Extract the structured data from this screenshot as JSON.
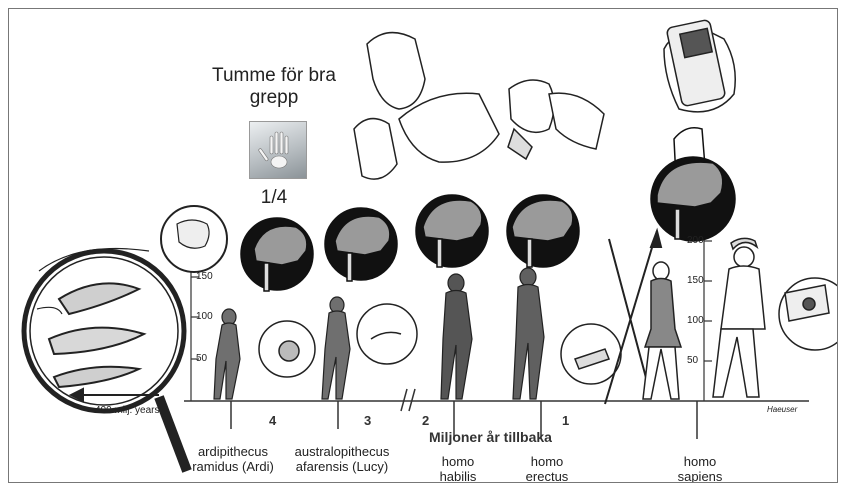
{
  "thumb": {
    "caption": "Tumme för bra grepp",
    "fraction": "1/4"
  },
  "fossil_scale": "400 milj. years",
  "axis": {
    "title": "Miljoner år tillbaka",
    "ticks": [
      "4",
      "3",
      "2",
      "1"
    ]
  },
  "height_scale_left": [
    "150",
    "100",
    "50"
  ],
  "height_scale_right": [
    "200",
    "150",
    "100",
    "50"
  ],
  "species": [
    {
      "name": "ardipithecus ramidus (Ardi)"
    },
    {
      "name": "australopithecus afarensis (Lucy)"
    },
    {
      "name": "homo habilis"
    },
    {
      "name": "homo erectus"
    },
    {
      "name": "homo sapiens"
    }
  ],
  "artist_signature": "Haeuser",
  "colors": {
    "ink": "#1a1a1a",
    "skull": "#8a8a8a",
    "frame": "#777777"
  }
}
